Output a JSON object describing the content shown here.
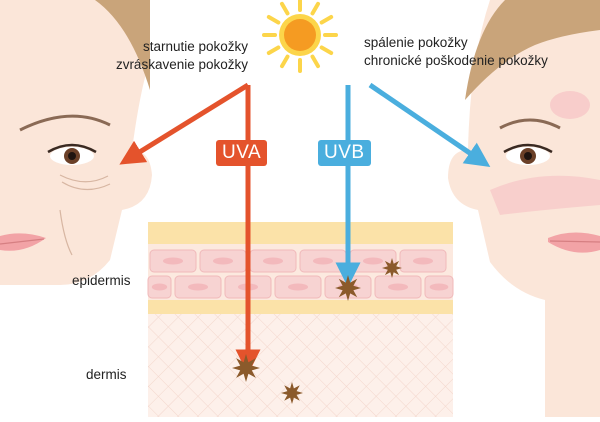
{
  "effects": {
    "uva_effects": [
      "starnutie pokožky",
      "zvráskavenie pokožky"
    ],
    "uvb_effects": [
      "spálenie pokožky",
      "chronické poškodenie pokožky"
    ]
  },
  "rays": {
    "uva": {
      "label": "UVA",
      "color": "#e4532c"
    },
    "uvb": {
      "label": "UVB",
      "color": "#4aaede"
    }
  },
  "layers": {
    "epidermis": "epidermis",
    "dermis": "dermis"
  },
  "colors": {
    "sun_outer": "#fcd54a",
    "sun_inner": "#f59b22",
    "skin": "#fbe6d9",
    "hair": "#c9a47a",
    "cell": "#f3b9bc",
    "damage": "#8b5a2b"
  },
  "icons": [
    "sun-icon",
    "damage-star-icon"
  ]
}
